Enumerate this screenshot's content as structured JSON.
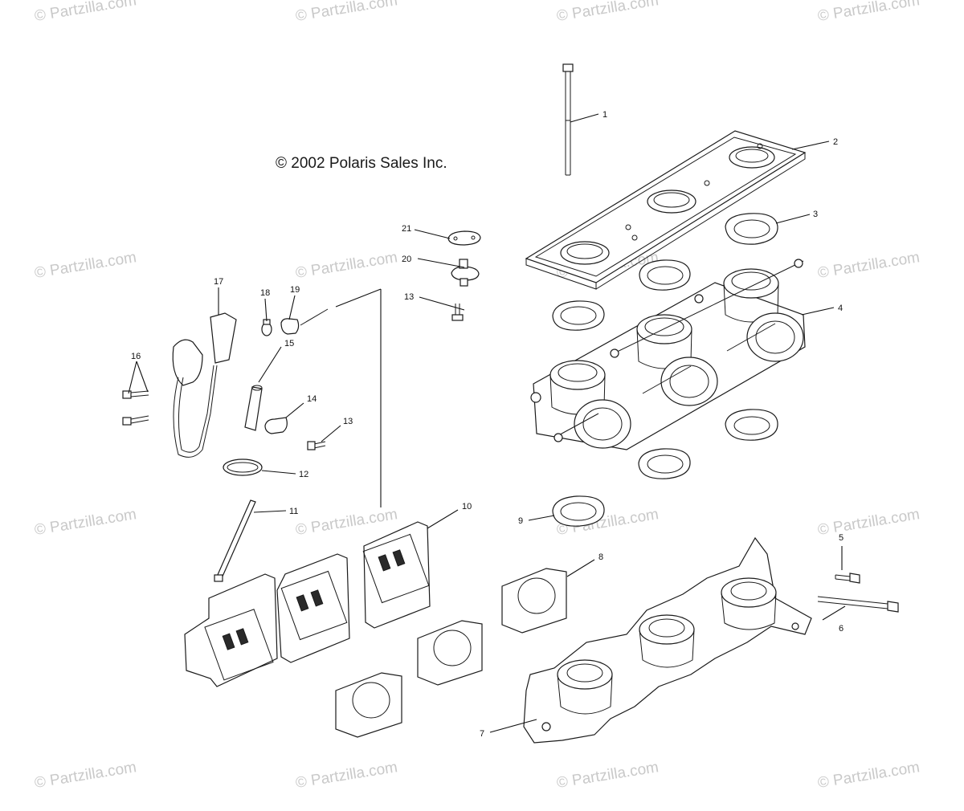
{
  "copyright": "© 2002 Polaris Sales Inc.",
  "watermark": "© Partzilla.com",
  "callouts": [
    "1",
    "2",
    "3",
    "4",
    "5",
    "6",
    "7",
    "8",
    "9",
    "10",
    "11",
    "12",
    "13",
    "13",
    "14",
    "15",
    "16",
    "17",
    "18",
    "19",
    "20",
    "21"
  ],
  "colors": {
    "line": "#1a1a1a",
    "watermark": "#c9c9c9",
    "background": "#ffffff"
  }
}
